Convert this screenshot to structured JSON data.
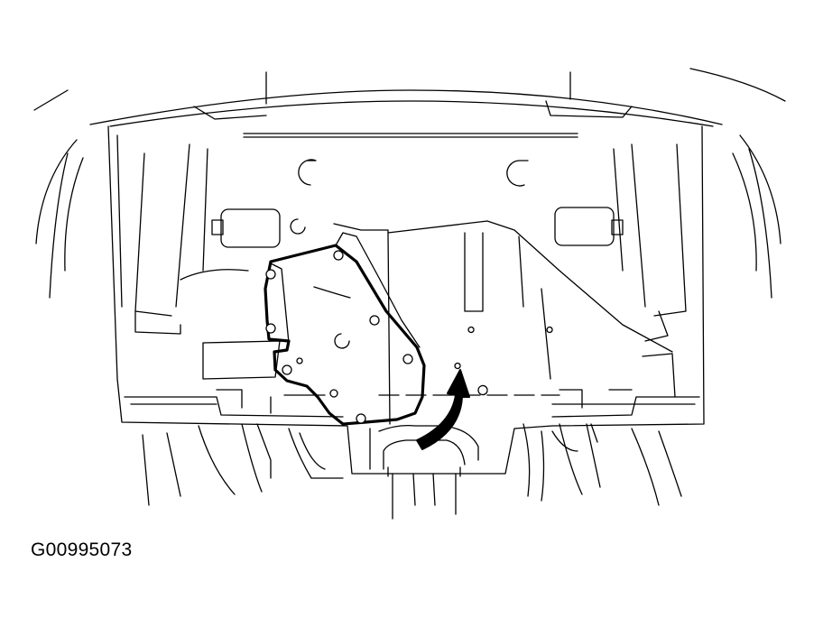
{
  "figure": {
    "id_label": "G00995073",
    "parts": [
      "under-cover-assembly",
      "engine-under-cover-outline",
      "removal-direction-arrow"
    ]
  }
}
